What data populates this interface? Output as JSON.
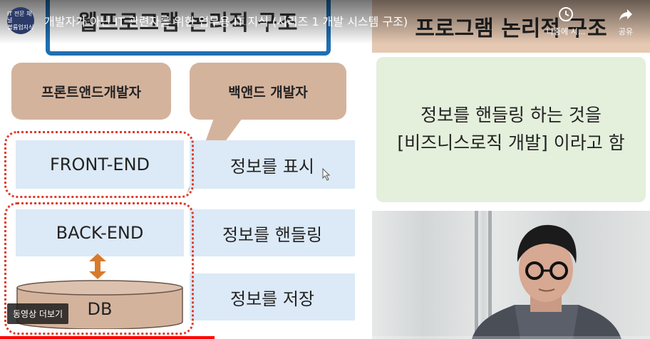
{
  "video": {
    "channel_logo_lines": [
      "IT 전문 채널",
      "볼륨업지식"
    ],
    "title": "개발자가 아닌 IT 관련자를 위한 업무용 IT 지식 (시리즈 1 개발 시스템 구조)",
    "watch_later_label": "나중에 시...",
    "share_label": "공유",
    "more_videos_label": "동영상 더보기",
    "progress": 0.33,
    "progress_color": "#ff0000"
  },
  "slide_left": {
    "title": "웹프로그램 논리적 구조",
    "bubble_front": "프론트앤드개발자",
    "bubble_back": "백앤드 개발자",
    "front_end": "FRONT-END",
    "back_end": "BACK-END",
    "db": "DB",
    "info_show": "정보를 표시",
    "info_handle": "정보를 핸들링",
    "info_store": "정보를 저장",
    "colors": {
      "bubble": "#d4b39d",
      "box": "#dce9f6",
      "title_border": "#1f6fb3",
      "dotted": "#e03b2b",
      "arrow": "#d87a2b"
    }
  },
  "slide_right": {
    "title": "프로그램 논리적 구조",
    "line1": "정보를 핸들링 하는 것을",
    "line2": "[비즈니스로직 개발] 이라고 함",
    "colors": {
      "title_bg": "#e6c9b3",
      "box_bg": "#e4efdc"
    }
  },
  "icons": {
    "watch_later": "clock-icon",
    "share": "share-arrow-icon",
    "cursor": "mouse-pointer-icon",
    "double_arrow": "double-arrow-vertical-icon"
  }
}
